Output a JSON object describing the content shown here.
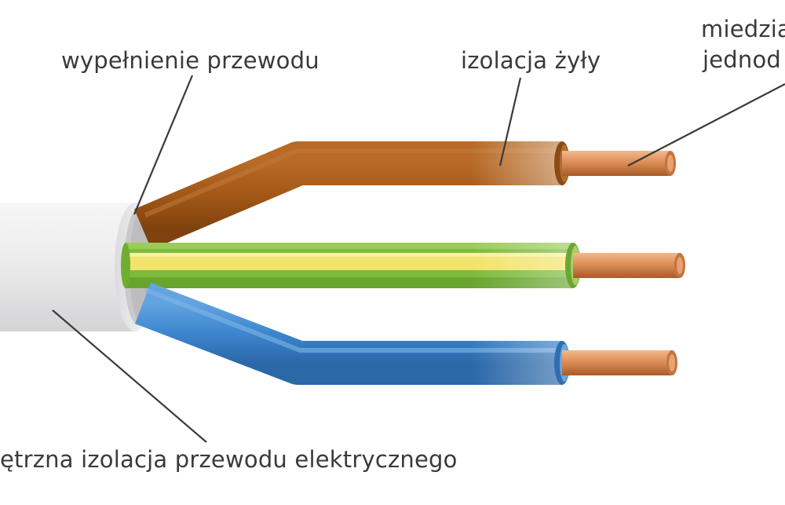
{
  "labels": {
    "filler": "wypełnienie przewodu",
    "core_insulation": "izolacja żyły",
    "copper_line1": "miedzia",
    "copper_line2": "jednod",
    "outer_insulation": "ętrzna izolacja przewodu elektrycznego"
  },
  "colors": {
    "outer_sheath": "#e9e9ea",
    "brown_core": "#a55a1a",
    "green_core": "#7dbb3c",
    "yellow_stripe": "#f2e46a",
    "blue_core": "#3f87cf",
    "copper": "#d98a52",
    "leader_line": "#3a3a3a"
  }
}
